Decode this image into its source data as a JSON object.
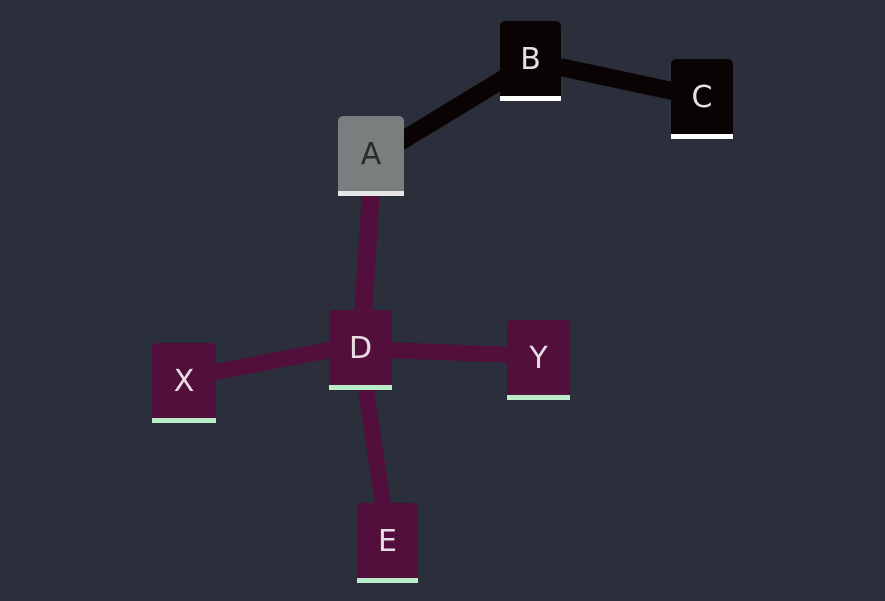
{
  "colors": {
    "background": "#2a2f3b",
    "selected_fill": "#7a7e7e",
    "selected_text": "#2b2b2b",
    "selected_underline": "#e6e6e6",
    "dark_fill": "#0a0304",
    "dark_text": "#e8e0e0",
    "dark_underline": "#ffffff",
    "purple_fill": "#520f3b",
    "purple_text": "#e8dce4",
    "purple_underline": "#b9ecc8"
  },
  "nodes": [
    {
      "id": "A",
      "label": "A",
      "style": "selected"
    },
    {
      "id": "B",
      "label": "B",
      "style": "dark"
    },
    {
      "id": "C",
      "label": "C",
      "style": "dark"
    },
    {
      "id": "D",
      "label": "D",
      "style": "purple"
    },
    {
      "id": "X",
      "label": "X",
      "style": "purple"
    },
    {
      "id": "Y",
      "label": "Y",
      "style": "purple"
    },
    {
      "id": "E",
      "label": "E",
      "style": "purple"
    }
  ],
  "edges": [
    {
      "from": "A",
      "to": "B",
      "style": "dark"
    },
    {
      "from": "B",
      "to": "C",
      "style": "dark"
    },
    {
      "from": "A",
      "to": "D",
      "style": "purple"
    },
    {
      "from": "D",
      "to": "X",
      "style": "purple"
    },
    {
      "from": "D",
      "to": "Y",
      "style": "purple"
    },
    {
      "from": "D",
      "to": "E",
      "style": "purple"
    }
  ]
}
